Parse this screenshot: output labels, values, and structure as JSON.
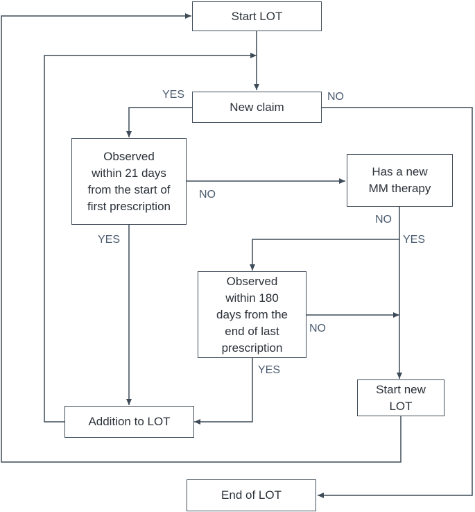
{
  "colors": {
    "line": "#3d4a57",
    "text": "#2b3138",
    "label": "#4a5b6e",
    "background": "#ffffff"
  },
  "nodes": {
    "start_lot": "Start LOT",
    "new_claim": "New claim",
    "observed_21": "Observed\nwithin 21 days\nfrom the start of\nfirst prescription",
    "has_new_mm": "Has a new\nMM therapy",
    "observed_180": "Observed\nwithin 180\ndays from the\nend of last\nprescription",
    "start_new_lot": "Start new\nLOT",
    "addition_to_lot": "Addition to LOT",
    "end_of_lot": "End of LOT"
  },
  "labels": {
    "claim_yes": "YES",
    "claim_no": "NO",
    "obs21_no": "NO",
    "obs21_yes": "YES",
    "mm_no": "NO",
    "mm_yes": "YES",
    "obs180_no": "NO",
    "obs180_yes": "YES"
  }
}
